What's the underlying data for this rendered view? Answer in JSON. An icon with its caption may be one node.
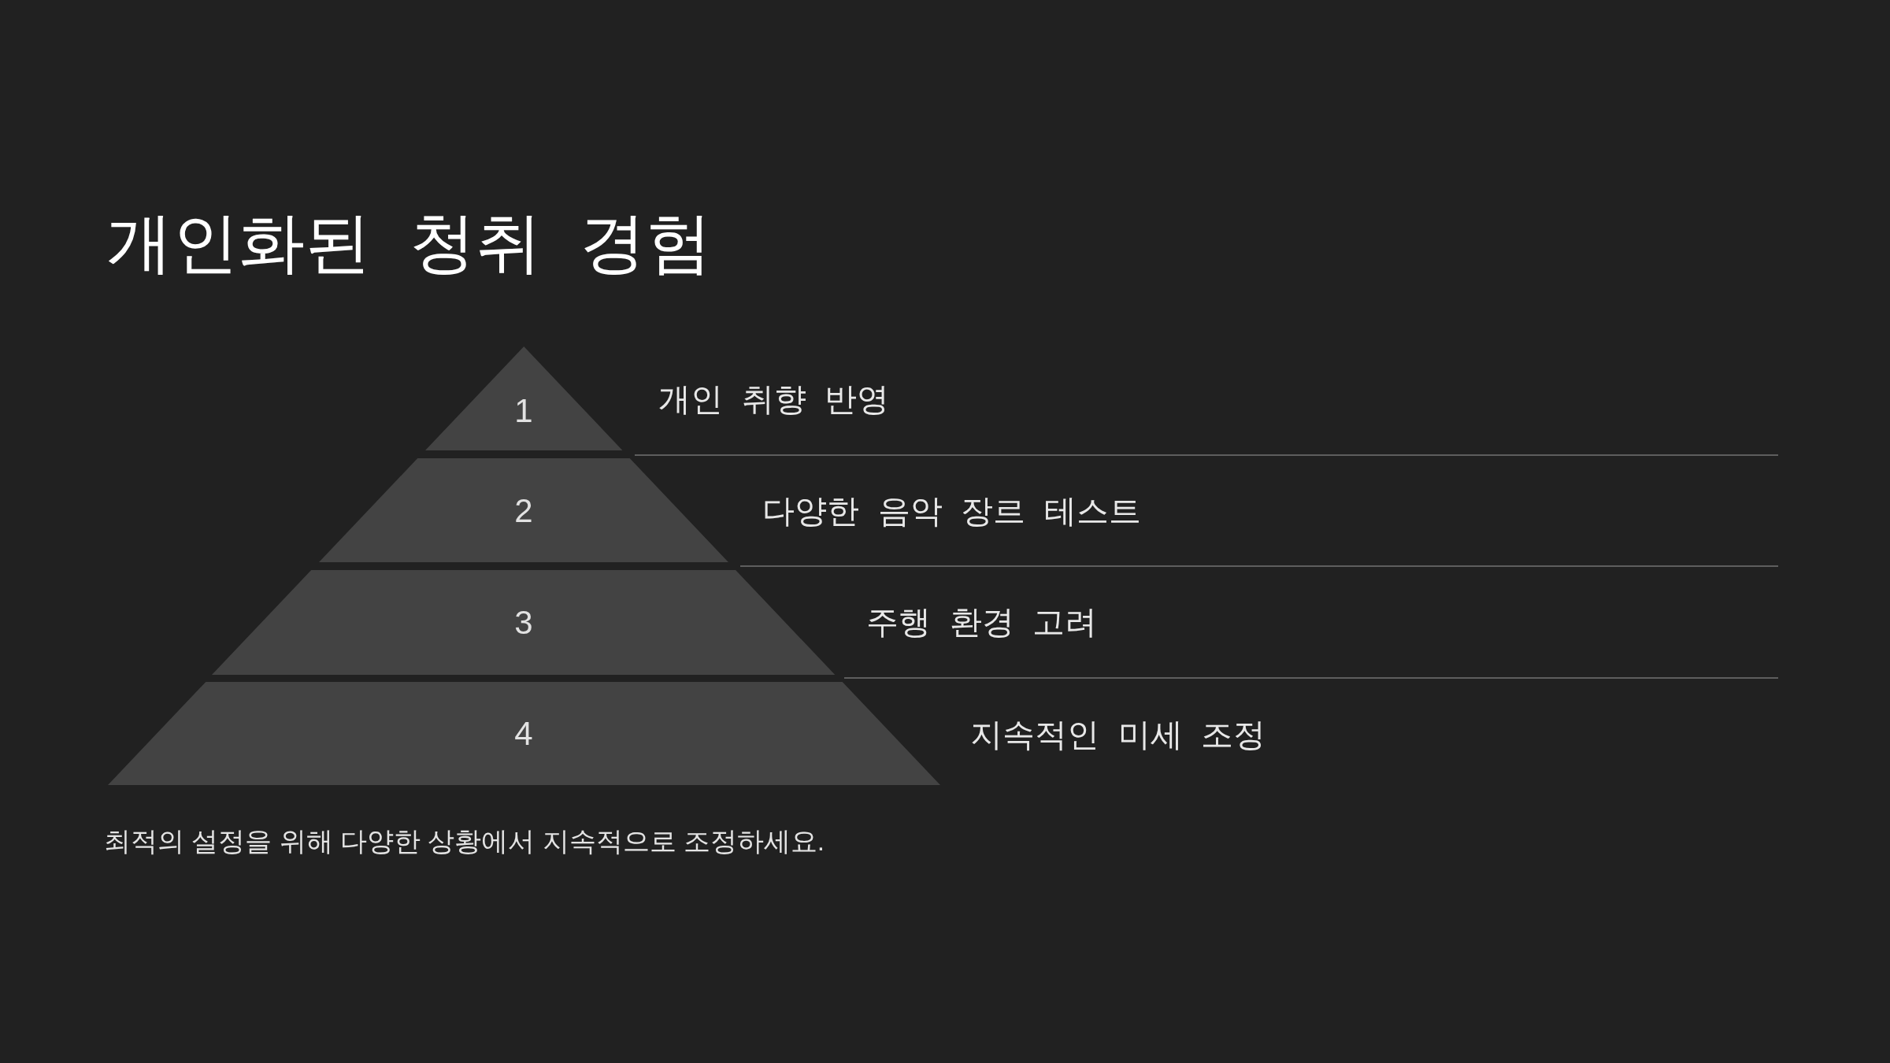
{
  "diagram": {
    "title": "개인화된 청취 경험",
    "nodes": [
      {
        "text": [
          "1"
        ],
        "beside": [
          "개인 취향 반영"
        ]
      },
      {
        "text": [
          "2"
        ],
        "beside": [
          "다양한 음악 장르 테스트"
        ]
      },
      {
        "text": [
          "3"
        ],
        "beside": [
          "주행 환경 고려"
        ]
      },
      {
        "text": [
          "4"
        ],
        "beside": [
          "지속적인 미세 조정"
        ]
      }
    ],
    "caption": "최적의 설정을 위해 다양한 상황에서 지속적으로 조정하세요."
  }
}
